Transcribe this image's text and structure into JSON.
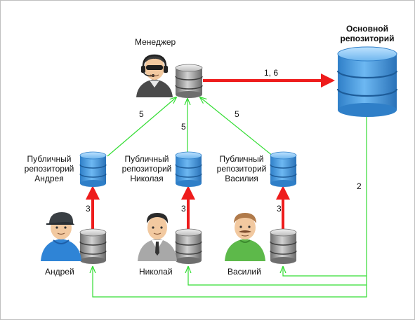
{
  "colors": {
    "red_arrow": "#ee1c1c",
    "green_arrow": "#33dd33",
    "blue_db": "#3a8fd6",
    "gray_db": "#8a8a8a"
  },
  "nodes": {
    "manager": {
      "label": "Менеджер"
    },
    "main_repo": {
      "label": "Основной\nрепозиторий"
    },
    "andrey": {
      "label": "Андрей",
      "public_repo_label": "Публичный\nрепозиторий\nАндрея"
    },
    "nikolay": {
      "label": "Николай",
      "public_repo_label": "Публичный\nрепозиторий\nНиколая"
    },
    "vasily": {
      "label": "Василий",
      "public_repo_label": "Публичный\nрепозиторий\nВасилия"
    }
  },
  "edges": {
    "manager_to_main": "1, 6",
    "main_to_devs": "2",
    "andrey_push": "3",
    "nikolay_push": "3",
    "vasily_push": "3",
    "andrey_to_manager": "5",
    "nikolay_to_manager": "5",
    "vasily_to_manager": "5"
  }
}
